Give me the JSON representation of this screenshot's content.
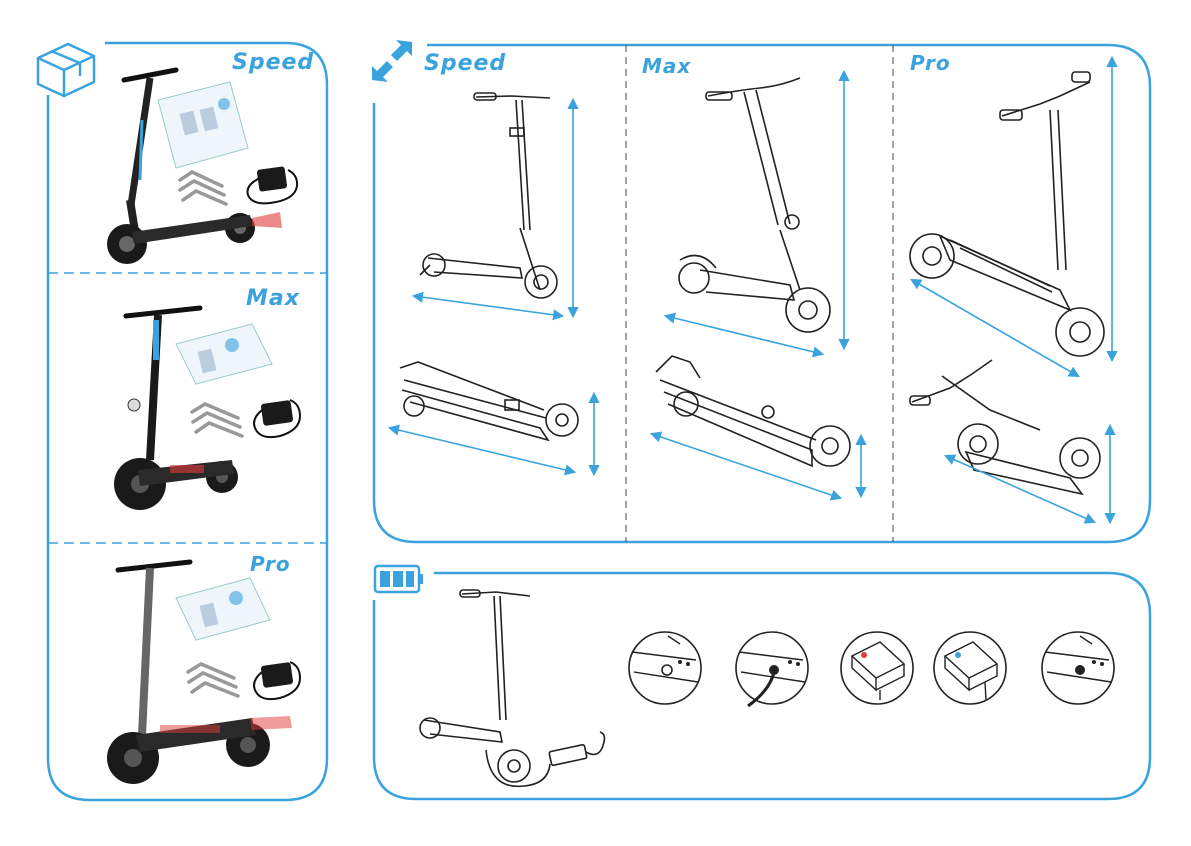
{
  "accent_color": "#3aa3de",
  "box_contents": {
    "icon": "package-box-icon",
    "models": [
      {
        "name": "Speed",
        "items": [
          "scooter",
          "manual",
          "allen-keys",
          "charger"
        ]
      },
      {
        "name": "Max",
        "items": [
          "scooter",
          "manual",
          "allen-keys",
          "charger"
        ]
      },
      {
        "name": "Pro",
        "items": [
          "scooter",
          "manual",
          "allen-keys",
          "charger"
        ]
      }
    ]
  },
  "dimensions": {
    "icon": "resize-arrows-icon",
    "models": [
      {
        "name": "Speed"
      },
      {
        "name": "Max"
      },
      {
        "name": "Pro"
      }
    ]
  },
  "charging": {
    "icon": "battery-icon",
    "steps": [
      "open-charge-port",
      "plug-in-cable",
      "charger-led-red",
      "charger-led-green",
      "close-charge-port"
    ]
  }
}
